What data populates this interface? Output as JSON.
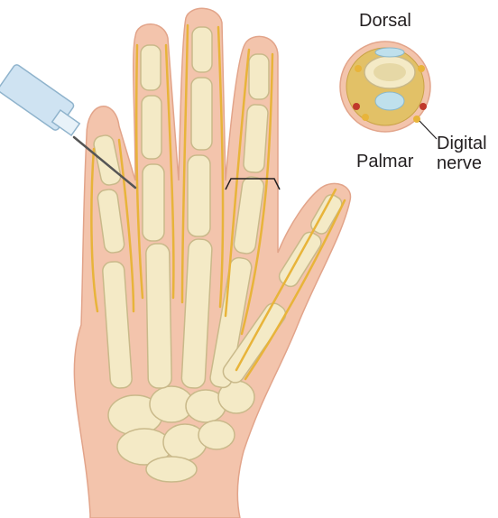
{
  "labels": {
    "dorsal": "Dorsal",
    "palmar": "Palmar",
    "digital_nerve": "Digital\nnerve"
  },
  "colors": {
    "skin": "#f3c4ac",
    "skin_edge": "#e2a48a",
    "bone": "#f4eac6",
    "bone_edge": "#c9b98a",
    "nerve": "#e8b43a",
    "fat": "#e2c167",
    "artery": "#c0392b",
    "needle_barrel": "#cfe3f2",
    "tendon": "#bfe0ec"
  },
  "icons": {
    "syringe": "syringe-needle-icon",
    "cross_section": "finger-cross-section-icon"
  }
}
